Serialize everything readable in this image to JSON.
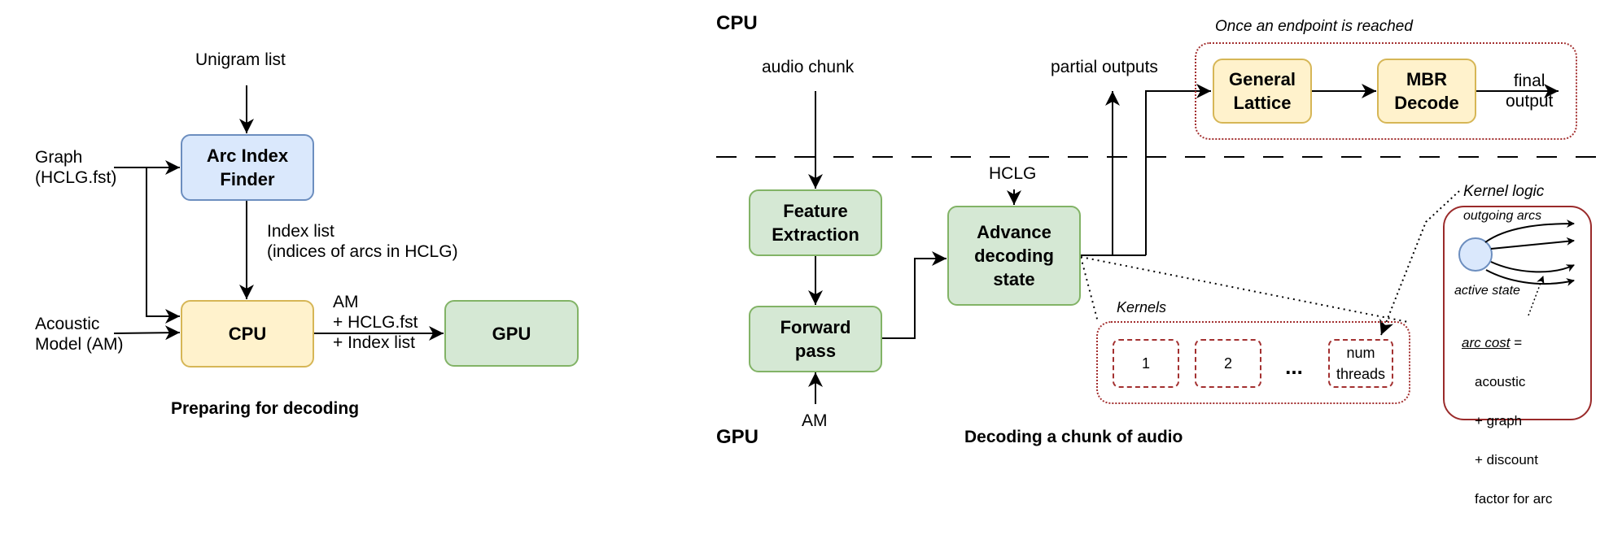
{
  "left_diagram": {
    "title": "Preparing for decoding",
    "inputs": {
      "unigram": "Unigram list",
      "graph": "Graph\n(HCLG.fst)",
      "acoustic": "Acoustic\nModel (AM)"
    },
    "nodes": {
      "arc_index_finder": "Arc Index\nFinder",
      "cpu": "CPU",
      "gpu": "GPU"
    },
    "edge_labels": {
      "index_list": "Index list\n(indices of arcs in HCLG)",
      "am_bundle": "AM\n+ HCLG.fst\n+ Index list"
    }
  },
  "right_diagram": {
    "title": "Decoding a chunk of audio",
    "zones": {
      "cpu": "CPU",
      "gpu": "GPU"
    },
    "inputs": {
      "audio_chunk": "audio chunk",
      "hclg": "HCLG",
      "am": "AM"
    },
    "outputs": {
      "partial": "partial outputs",
      "final": "final\noutput"
    },
    "nodes": {
      "feature_extraction": "Feature\nExtraction",
      "forward_pass": "Forward\npass",
      "advance_decoding": "Advance\ndecoding\nstate",
      "general_lattice": "General\nLattice",
      "mbr_decode": "MBR\nDecode"
    },
    "endpoint_group_label": "Once an endpoint is reached",
    "kernels": {
      "label": "Kernels",
      "items": [
        "1",
        "2",
        "num\nthreads"
      ],
      "ellipsis": "..."
    },
    "kernel_logic": {
      "label": "Kernel logic",
      "outgoing_arcs": "outgoing arcs",
      "active_state": "active state",
      "arc_cost_term": "arc cost",
      "arc_cost_eq": " =",
      "arc_cost_lines": [
        "acoustic",
        "+ graph",
        "+ discount",
        "factor for arc"
      ]
    }
  },
  "colors": {
    "blue_fill": "#dae8fc",
    "blue_stroke": "#6c8ebf",
    "yellow_fill": "#fff2cc",
    "yellow_stroke": "#d6b656",
    "green_fill": "#d5e8d4",
    "green_stroke": "#82b366",
    "accent_red": "#a33030"
  }
}
